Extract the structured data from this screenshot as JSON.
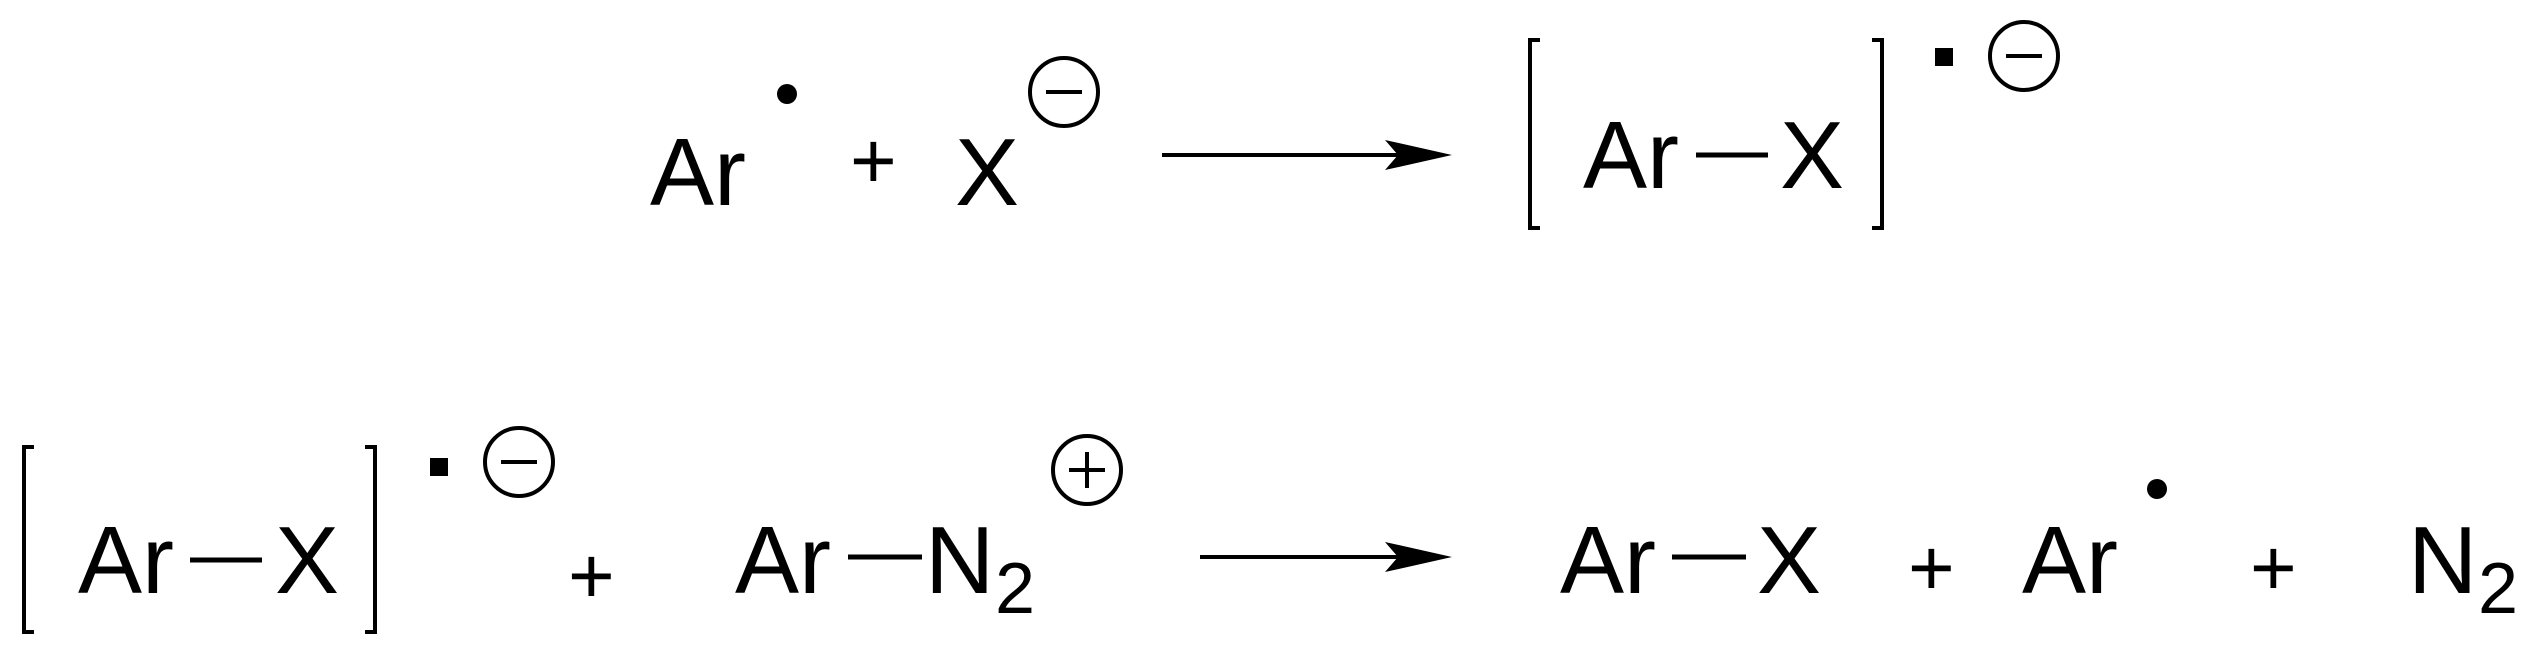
{
  "reaction_1": {
    "reactant_1": {
      "label": "Ar",
      "radical": "•"
    },
    "plus": "+",
    "reactant_2": {
      "label": "X",
      "charge": "−"
    },
    "product": {
      "atom_1": "Ar",
      "atom_2": "X",
      "radical": "▪",
      "charge": "−"
    }
  },
  "reaction_2": {
    "reactant_1": {
      "atom_1": "Ar",
      "atom_2": "X",
      "radical": "▪",
      "charge": "−"
    },
    "plus_1": "+",
    "reactant_2": {
      "atom_1": "Ar",
      "atom_2": "N",
      "subscript": "2",
      "charge": "+"
    },
    "product_1": {
      "atom_1": "Ar",
      "atom_2": "X"
    },
    "plus_2": "+",
    "product_2": {
      "label": "Ar",
      "radical": "•"
    },
    "plus_3": "+",
    "product_3": {
      "label": "N",
      "subscript": "2"
    }
  }
}
